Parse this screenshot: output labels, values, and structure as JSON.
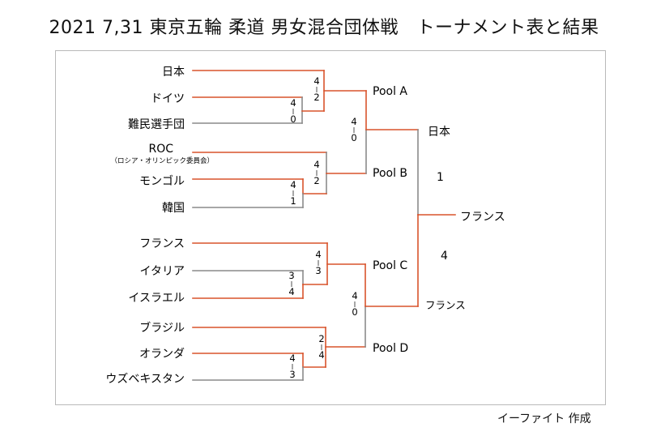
{
  "title": "2021 7,31 東京五輪 柔道 男女混合団体戦　トーナメント表と結果",
  "credit": "イーファイト 作成",
  "colors": {
    "win": "#d9532b",
    "lose": "#8a8a8a",
    "frame": "#b9b9b9"
  },
  "teams": [
    {
      "name": "日本"
    },
    {
      "name": "ドイツ"
    },
    {
      "name": "難民選手団"
    },
    {
      "name": "ROC",
      "note": "（ロシア・オリンピック委員会）"
    },
    {
      "name": "モンゴル"
    },
    {
      "name": "韓国"
    },
    {
      "name": "フランス"
    },
    {
      "name": "イタリア"
    },
    {
      "name": "イスラエル"
    },
    {
      "name": "ブラジル"
    },
    {
      "name": "オランダ"
    },
    {
      "name": "ウズベキスタン"
    }
  ],
  "pools": [
    "Pool A",
    "Pool B",
    "Pool C",
    "Pool D"
  ],
  "scores": {
    "germany_refugee": [
      "4",
      "0"
    ],
    "japan_germany": [
      "4",
      "2"
    ],
    "mongolia_korea": [
      "4",
      "1"
    ],
    "roc_mongolia": [
      "4",
      "2"
    ],
    "pool_ab": [
      "4",
      "0"
    ],
    "italy_israel": [
      "3",
      "4"
    ],
    "france_israel": [
      "4",
      "3"
    ],
    "netherlands_uzbekistan": [
      "4",
      "3"
    ],
    "brazil_netherlands": [
      "2",
      "4"
    ],
    "pool_cd": [
      "4",
      "0"
    ]
  },
  "finalists": {
    "top": "日本",
    "bottom": "フランス"
  },
  "final_score": {
    "top": "1",
    "bottom": "4"
  },
  "champion": "フランス"
}
